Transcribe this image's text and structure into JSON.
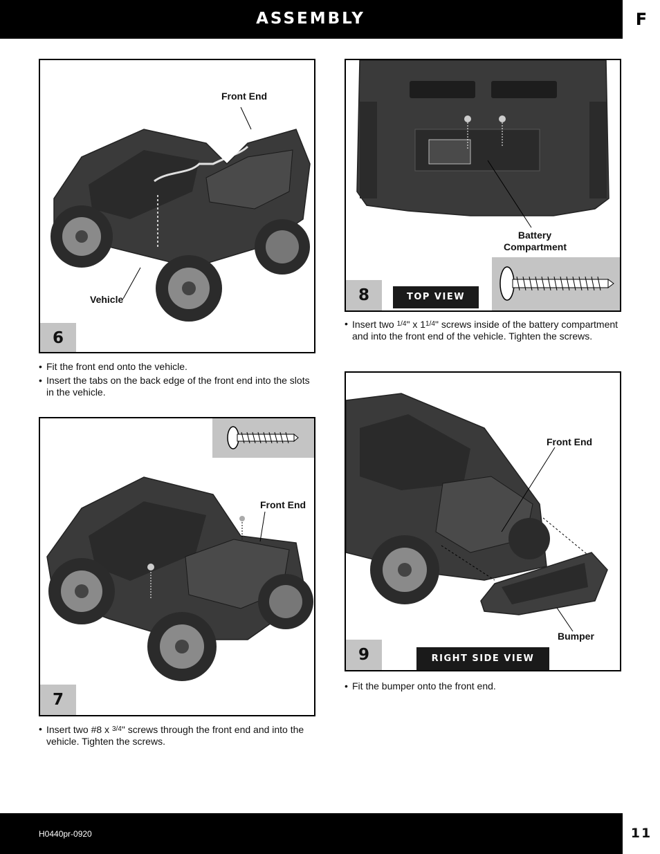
{
  "header": {
    "title": "ASSEMBLY",
    "section_letter": "F"
  },
  "footer": {
    "doc_code": "H0440pr-0920",
    "page_number": "11"
  },
  "step6": {
    "number": "6",
    "callouts": {
      "front_end": "Front End",
      "vehicle": "Vehicle"
    },
    "instructions": [
      "Fit the front end onto the vehicle.",
      "Insert the tabs on the back edge of the front end into the slots in the vehicle."
    ]
  },
  "step7": {
    "number": "7",
    "callouts": {
      "front_end": "Front End"
    },
    "instruction": {
      "before": "Insert two #8 x ",
      "fraction": "3/4",
      "after": "\" screws through the front end and into the vehicle. Tighten the screws."
    }
  },
  "step8": {
    "number": "8",
    "view_label": "TOP VIEW",
    "callouts": {
      "battery_line1": "Battery",
      "battery_line2": "Compartment"
    },
    "instruction": {
      "before": "Insert two ",
      "fraction1": "1/4",
      "mid": "\" x 1",
      "fraction2": "1/4",
      "after": "\" screws inside of the battery compartment and into the front end of the vehicle. Tighten the screws."
    }
  },
  "step9": {
    "number": "9",
    "view_label": "RIGHT SIDE VIEW",
    "callouts": {
      "front_end": "Front End",
      "bumper": "Bumper"
    },
    "instruction": "Fit the bumper onto the front end."
  },
  "icons": [
    "screw-short-icon",
    "screw-long-icon"
  ]
}
